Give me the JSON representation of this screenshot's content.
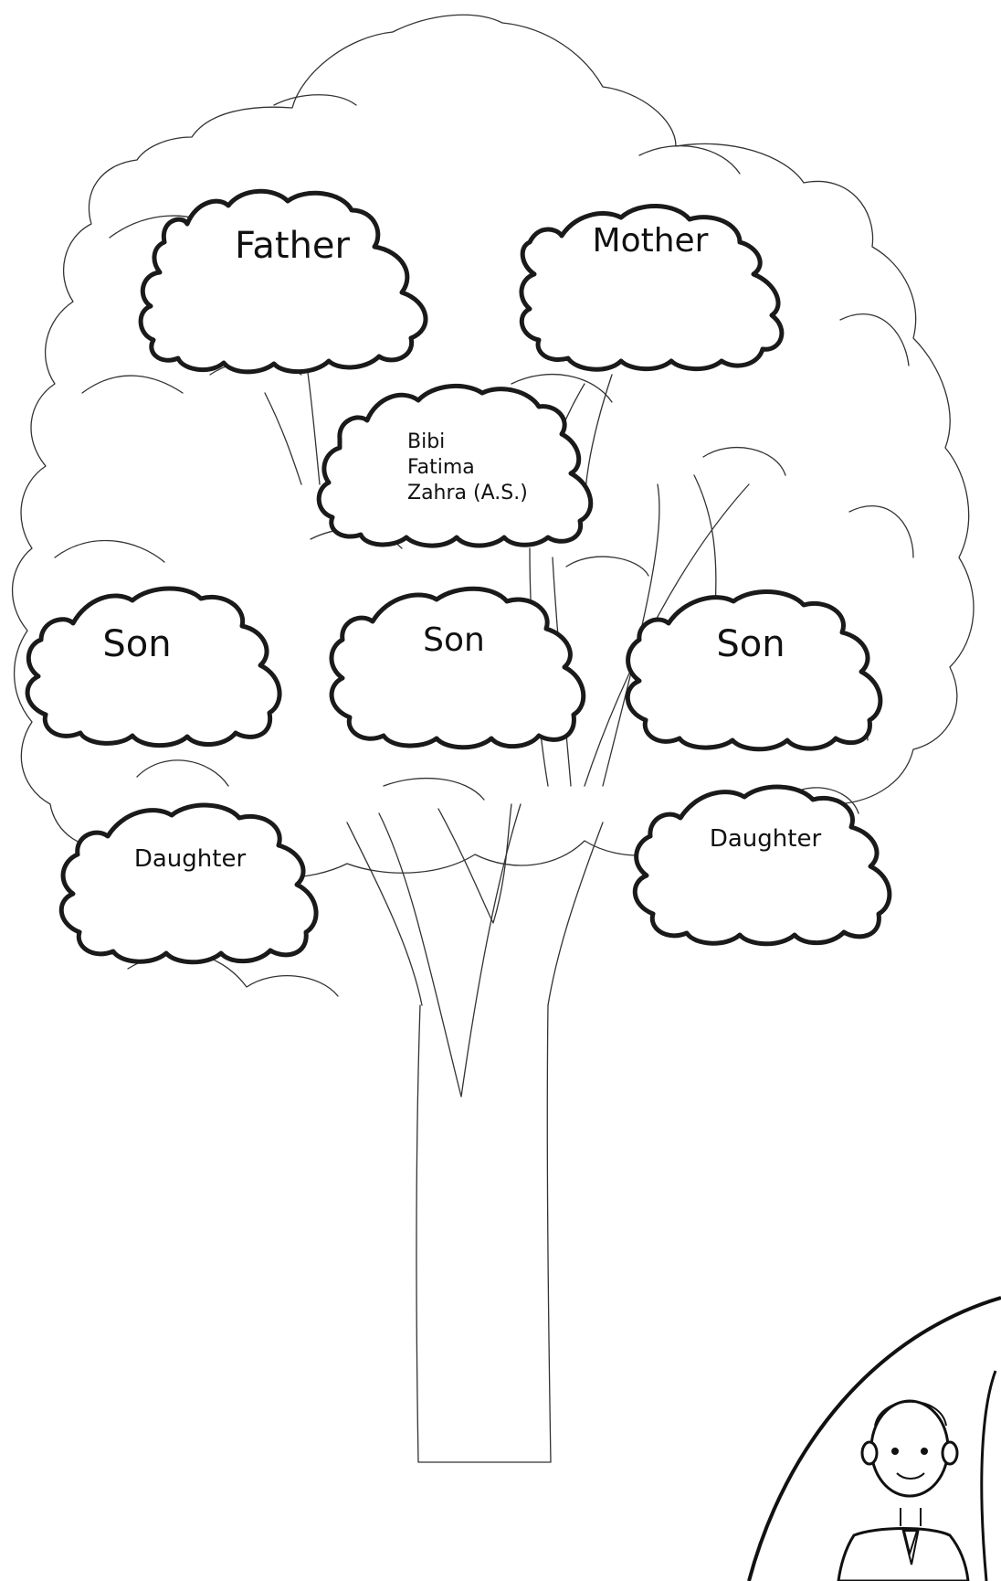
{
  "family_tree": {
    "father_label": "Father",
    "mother_label": "Mother",
    "center_name_lines": [
      "Bibi",
      "Fatima",
      "Zahra (A.S.)"
    ],
    "sons": [
      "Son",
      "Son",
      "Son"
    ],
    "daughters": [
      "Daughter",
      "Daughter"
    ]
  }
}
